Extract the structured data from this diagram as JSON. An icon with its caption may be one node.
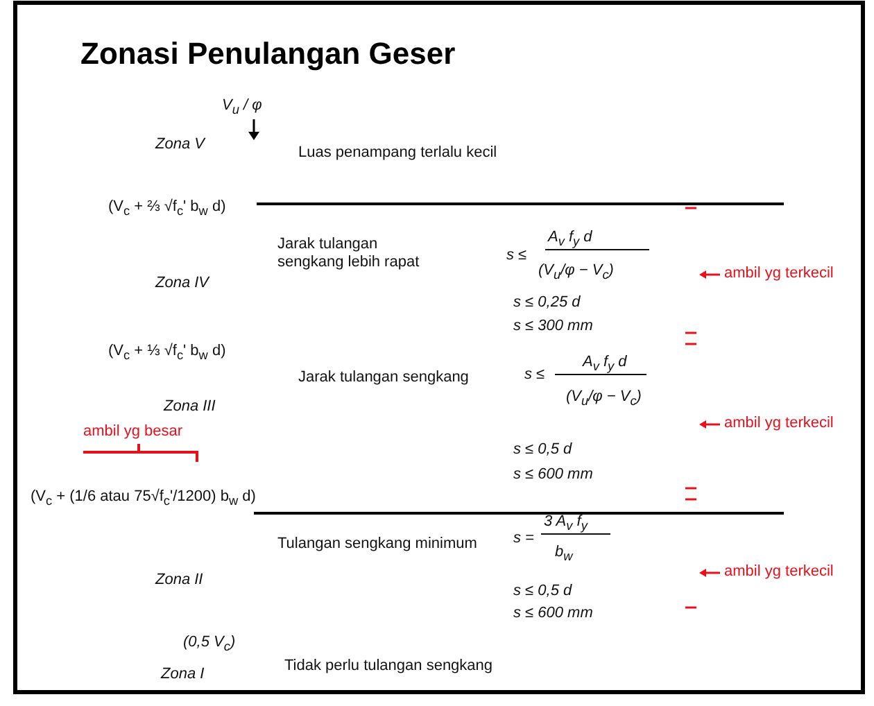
{
  "diagram": {
    "title": "Zonasi Penulangan Geser",
    "labels": [
      "V$_{u}$ / φ",
      "Zona V",
      "Luas penampang terlalu kecil",
      "(V$_{c}$ + ⅔ √f$_{c}$' b$_{w}$ d)",
      "Jarak tulangan sengkang lebih rapat",
      "s ≤",
      "A$_{v}$ f$_{y}$ d",
      "(V$_{u}$/φ − V$_{c}$)",
      "ambil yg terkecil",
      "Zona IV",
      "s ≤ 0,25 d",
      "s ≤ 300 mm",
      "(V$_{c}$ + ⅓ √f$_{c}$' b$_{w}$ d)",
      "Jarak tulangan sengkang",
      "s ≤",
      "A$_{v}$ f$_{y}$ d",
      "(V$_{u}$/φ − V$_{c}$)",
      "ambil yg terkecil",
      "Zona III",
      "ambil yg besar",
      "s ≤ 0,5 d",
      "s ≤ 600 mm",
      "(V$_{c}$ + (1/6 atau 75√f$_{c}$'/1200) b$_{w}$ d)",
      "Tulangan sengkang minimum",
      "s =",
      "3 A$_{v}$ f$_{y}$",
      "b$_{w}$",
      "ambil yg terkecil",
      "Zona II",
      "s ≤ 0,5 d",
      "s ≤ 600 mm",
      "(0,5 V$_{c}$)",
      "Zona I",
      "Tidak perlu tulangan sengkang"
    ]
  }
}
